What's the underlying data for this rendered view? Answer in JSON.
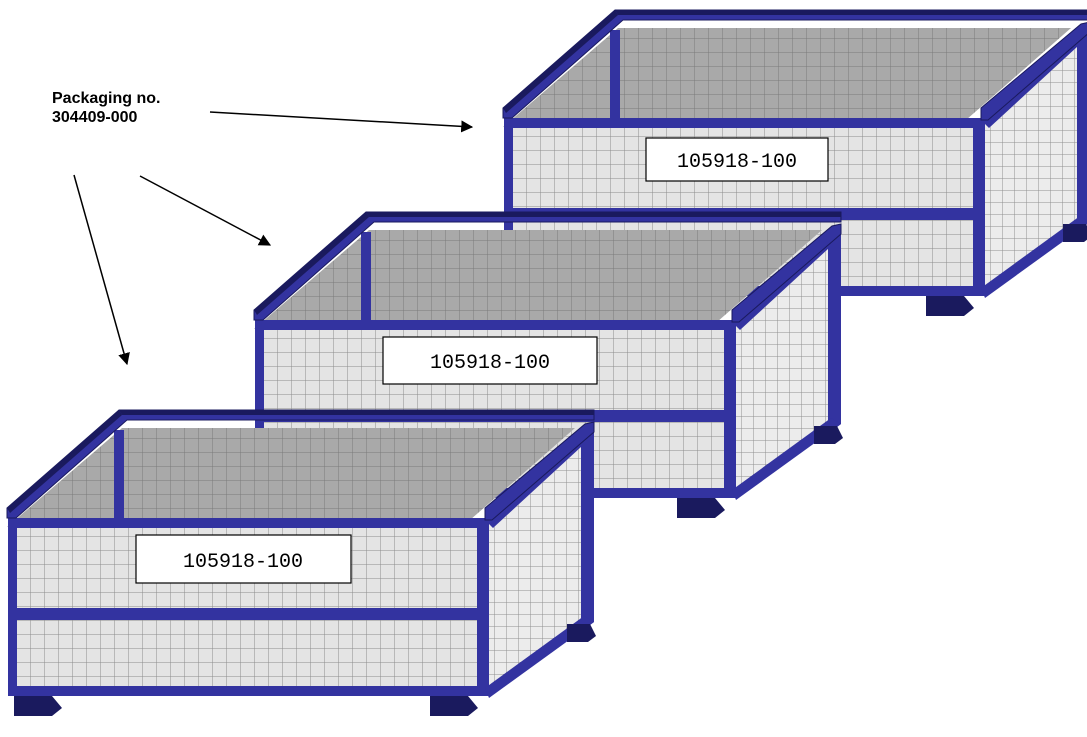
{
  "caption": {
    "line1": "Packaging no.",
    "line2": "304409-000"
  },
  "crates": [
    {
      "label": "105918-100"
    },
    {
      "label": "105918-100"
    },
    {
      "label": "105918-100"
    }
  ],
  "colors": {
    "frame": "#3333a0",
    "frame_dark": "#1a1a5e",
    "mesh_front": "#e4e4e4",
    "mesh_side": "#ececec",
    "mesh_back": "#a9a9a9",
    "grid_line": "#888888"
  }
}
